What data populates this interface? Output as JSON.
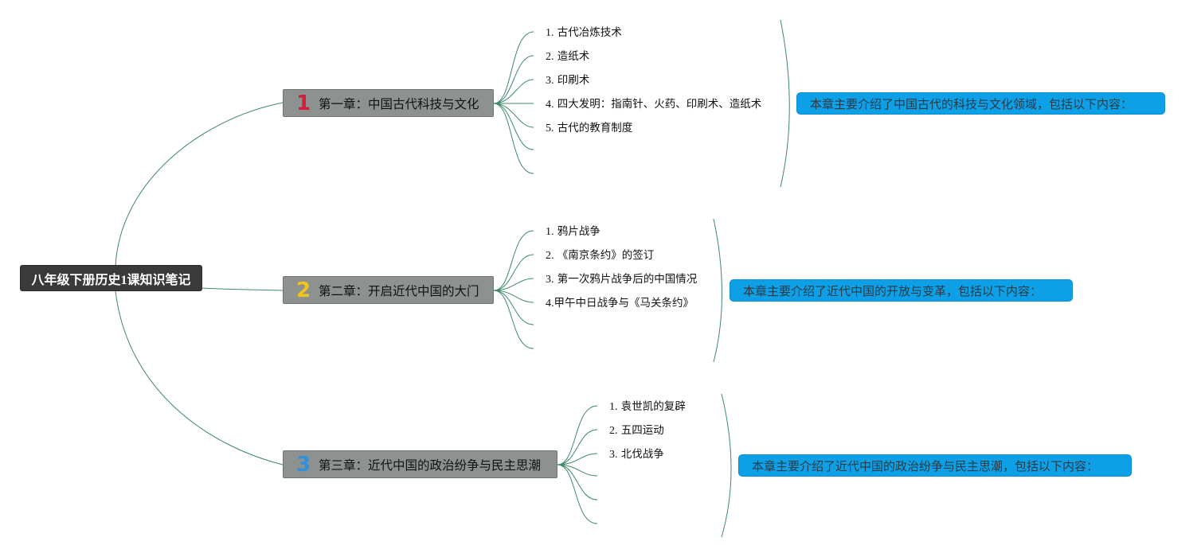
{
  "root": {
    "title": "八年级下册历史1课知识笔记"
  },
  "chapters": [
    {
      "number": "1",
      "title": "第一章：中国古代科技与文化",
      "items": [
        {
          "idx": "1.",
          "text": " 古代冶炼技术"
        },
        {
          "idx": "2.",
          "text": " 造纸术"
        },
        {
          "idx": "3.",
          "text": " 印刷术"
        },
        {
          "idx": "4.",
          "text": " 四大发明：指南针、火药、印刷术、造纸术"
        },
        {
          "idx": "5.",
          "text": " 古代的教育制度"
        }
      ],
      "summary": "本章主要介绍了中国古代的科技与文化领域，包括以下内容："
    },
    {
      "number": "2",
      "title": "第二章：开启近代中国的大门",
      "items": [
        {
          "idx": "1.",
          "text": " 鸦片战争"
        },
        {
          "idx": "2.",
          "text": " 《南京条约》的签订"
        },
        {
          "idx": "3.",
          "text": " 第一次鸦片战争后的中国情况"
        },
        {
          "idx": "4.",
          "text": "甲午中日战争与《马关条约》"
        }
      ],
      "summary": "本章主要介绍了近代中国的开放与变革，包括以下内容："
    },
    {
      "number": "3",
      "title": "第三章：近代中国的政治纷争与民主思潮",
      "items": [
        {
          "idx": "1.",
          "text": " 袁世凯的复辟"
        },
        {
          "idx": "2.",
          "text": " 五四运动"
        },
        {
          "idx": "3.",
          "text": " 北伐战争"
        }
      ],
      "summary": "本章主要介绍了近代中国的政治纷争与民主思潮，包括以下内容："
    }
  ],
  "colors": {
    "root_bg": "#3a3a3a",
    "chapter_bg": "#8d918f",
    "summary_bg": "#0ea0e6",
    "link": "#3f8a6a"
  }
}
